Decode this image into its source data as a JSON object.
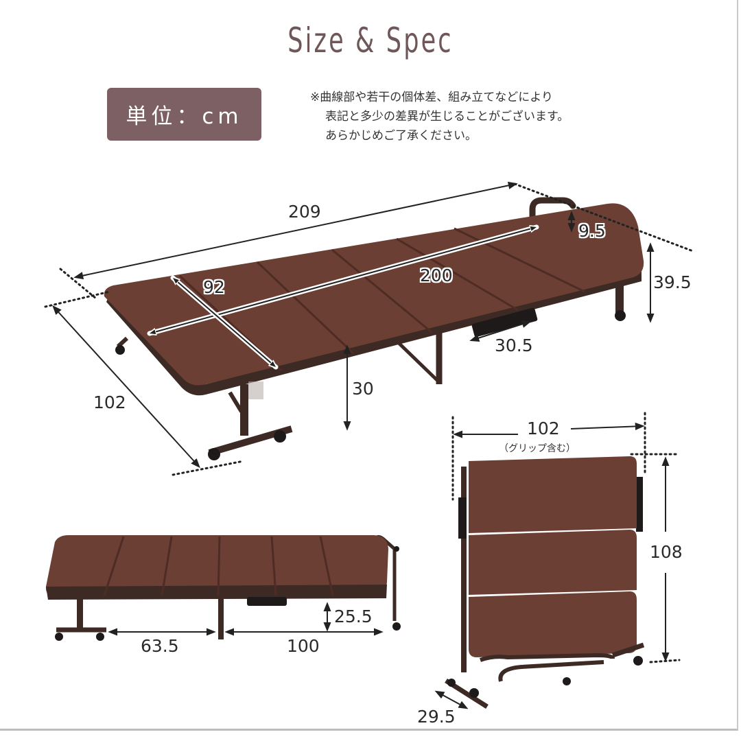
{
  "header": {
    "title": "Size & Spec",
    "unit_badge": "単位：cm",
    "note_lines": [
      "※曲線部や若干の個体差、組み立てなどにより",
      "表記と多少の差異が生じることがございます。",
      "あらかじめご了承ください。"
    ]
  },
  "colors": {
    "title": "#6f5658",
    "badge_bg": "#7d6063",
    "mattress": "#6b3f33",
    "mattress_dark": "#4e2c24",
    "frame": "#3d2a24",
    "caster": "#1e1a19"
  },
  "views": {
    "open_perspective": {
      "dims": {
        "total_length": "209",
        "mattress_length": "200",
        "mattress_width": "92",
        "total_width": "102",
        "bed_height": "30",
        "grip_height": "9.5",
        "height_with_grip": "39.5",
        "handle_length": "30.5"
      }
    },
    "side_view": {
      "dims": {
        "left_section": "63.5",
        "right_section": "100",
        "clearance": "25.5"
      }
    },
    "folded_view": {
      "dims": {
        "width": "102",
        "width_note": "（グリップ含む）",
        "height": "108",
        "depth": "29.5"
      }
    }
  }
}
